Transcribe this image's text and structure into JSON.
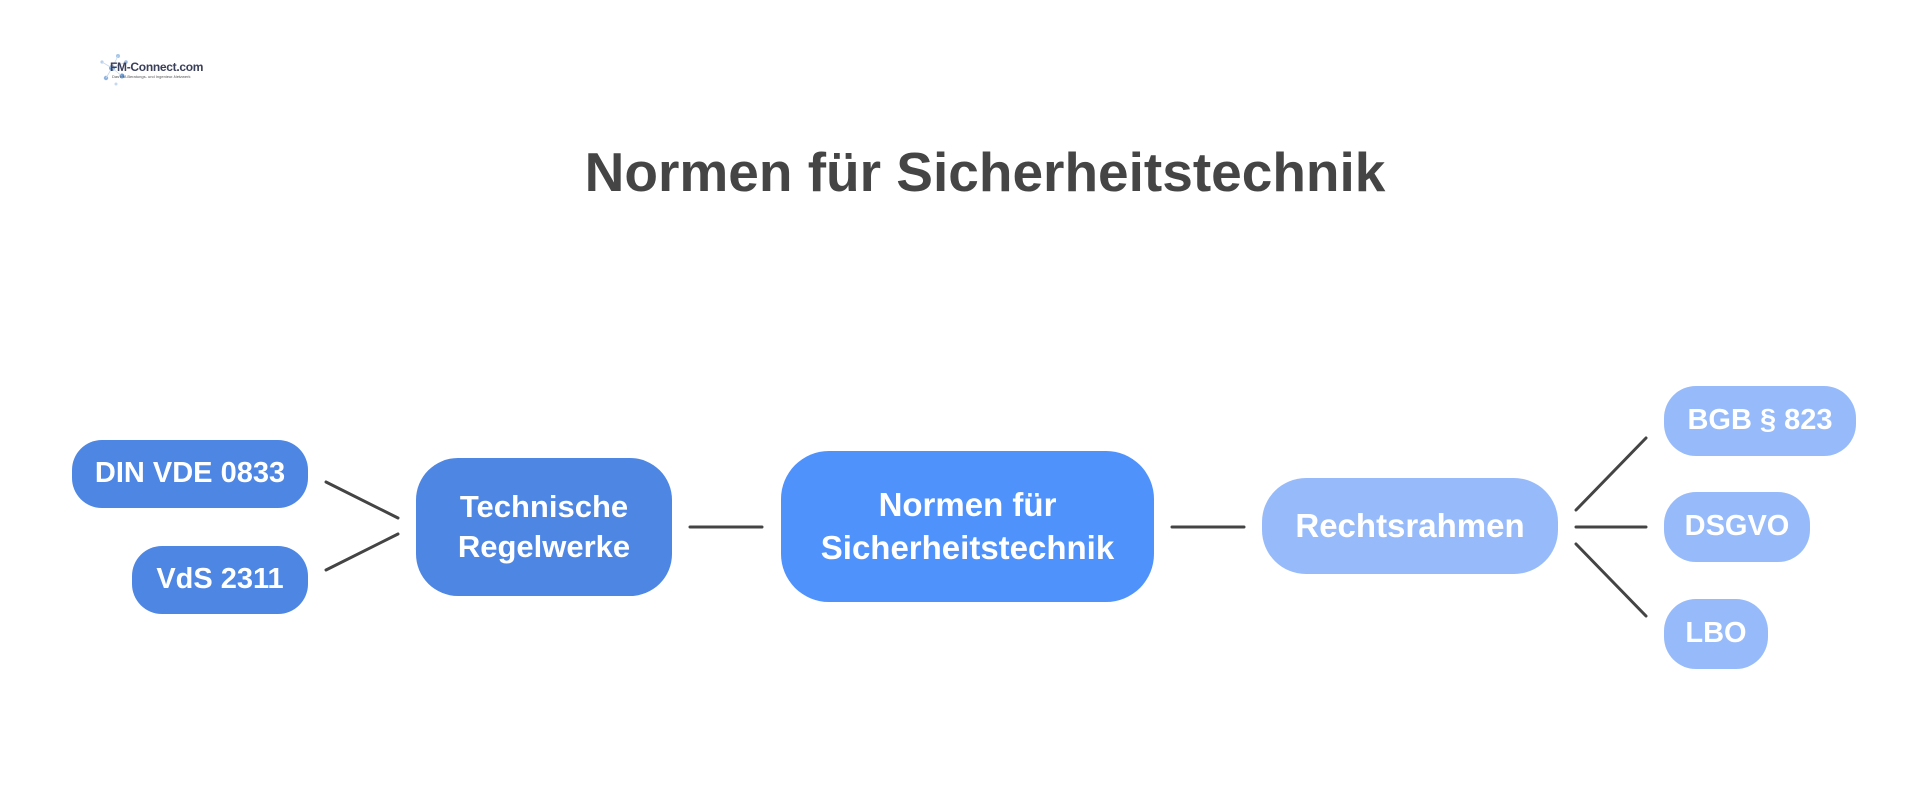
{
  "logo": {
    "name": "FM-Connect.com",
    "tagline": "Das FM-Beratungs- und Ingenieur-Netzwerk"
  },
  "title": "Normen für Sicherheitstechnik",
  "diagram": {
    "center": "Normen für\nSicherheitstechnik",
    "left_branch": {
      "label": "Technische\nRegelwerke",
      "children": [
        "DIN VDE 0833",
        "VdS 2311"
      ]
    },
    "right_branch": {
      "label": "Rechtsrahmen",
      "children": [
        "BGB § 823",
        "DSGVO",
        "LBO"
      ]
    },
    "colors": {
      "left_nodes": "#4e86e4",
      "center_node": "#5092fc",
      "right_nodes": "#97bbfa",
      "connector": "#444444",
      "title": "#454545"
    }
  }
}
